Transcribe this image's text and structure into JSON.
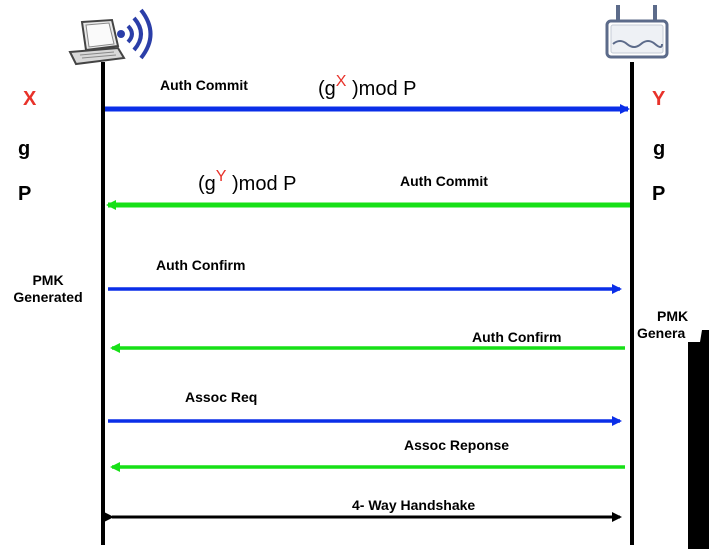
{
  "left_vars": {
    "x": "X",
    "g": "g",
    "p": "P"
  },
  "right_vars": {
    "y": "Y",
    "g": "g",
    "p": "P"
  },
  "left_note": {
    "line1": "PMK",
    "line2": "Generated"
  },
  "right_note": {
    "line1": "PMK",
    "line2": "Genera"
  },
  "messages": {
    "m1_label": "Auth Commit",
    "m1_formula_base": "(g",
    "m1_formula_exp": "X",
    "m1_formula_rest": " )mod P",
    "m2_label": "Auth Commit",
    "m2_formula_base": "(g",
    "m2_formula_exp": "Y",
    "m2_formula_rest": " )mod P",
    "m3_label": "Auth Confirm",
    "m4_label": "Auth Confirm",
    "m5_label": "Assoc Req",
    "m6_label": "Assoc Reponse",
    "m7_label": "4- Way Handshake"
  },
  "colors": {
    "blue": "#0a2ee8",
    "green": "#17e017",
    "black": "#000000",
    "red": "#e8322a",
    "icon_blue": "#2b3ea8"
  },
  "icons": {
    "left": "laptop-wifi-icon",
    "right": "router-icon"
  }
}
